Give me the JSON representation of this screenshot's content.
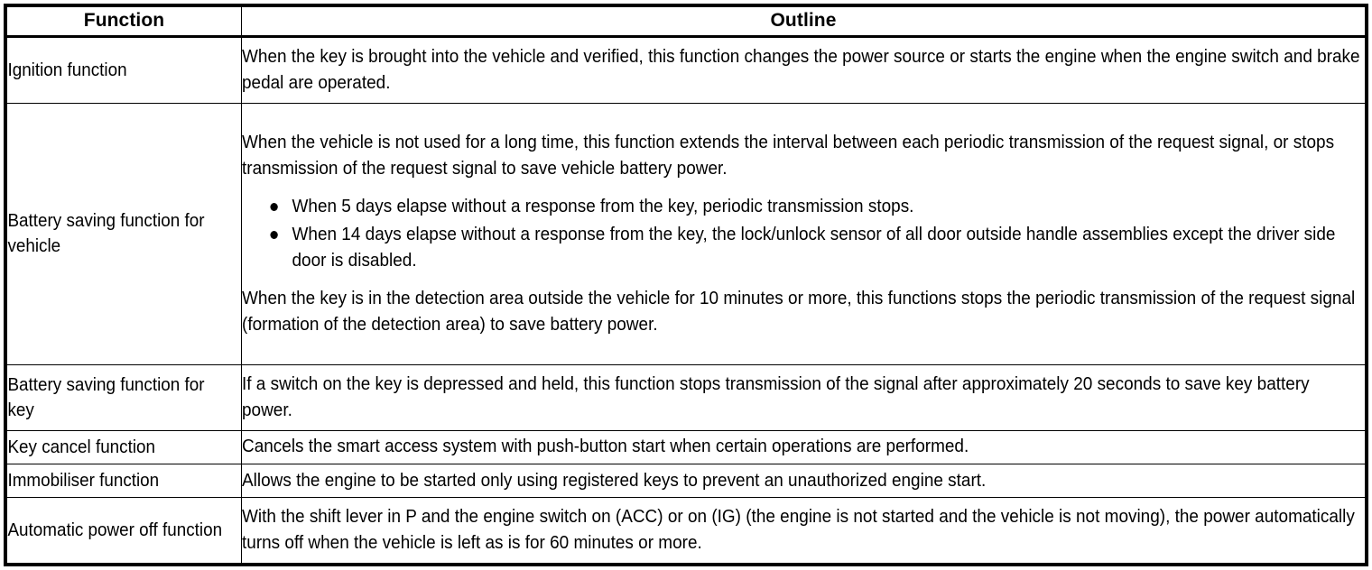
{
  "table": {
    "headers": {
      "function": "Function",
      "outline": "Outline"
    },
    "rows": [
      {
        "function": "Ignition function",
        "outline": {
          "paragraphs": [
            "When the key is brought into the vehicle and verified, this function changes the power source or starts the engine when the engine switch and brake pedal are operated."
          ],
          "bullets": [],
          "paragraphs_after": []
        }
      },
      {
        "function": "Battery saving function for vehicle",
        "outline": {
          "paragraphs": [
            "When the vehicle is not used for a long time, this function extends the interval between each periodic transmission of the request signal, or stops transmission of the request signal to save vehicle battery power."
          ],
          "bullets": [
            "When 5 days elapse without a response from the key, periodic transmission stops.",
            "When 14 days elapse without a response from the key, the lock/unlock sensor of all door outside handle assemblies except the driver side door is disabled."
          ],
          "paragraphs_after": [
            "When the key is in the detection area outside the vehicle for 10 minutes or more, this functions stops the periodic transmission of the request signal (formation of the detection area) to save battery power."
          ]
        }
      },
      {
        "function": "Battery saving function for key",
        "outline": {
          "paragraphs": [
            "If a switch on the key is depressed and held, this function stops transmission of the signal after approximately 20 seconds to save key battery power."
          ],
          "bullets": [],
          "paragraphs_after": []
        }
      },
      {
        "function": "Key cancel function",
        "outline": {
          "paragraphs": [
            "Cancels the smart access system with push-button start when certain operations are performed."
          ],
          "bullets": [],
          "paragraphs_after": []
        }
      },
      {
        "function": "Immobiliser function",
        "outline": {
          "paragraphs": [
            "Allows the engine to be started only using registered keys to prevent an unauthorized engine start."
          ],
          "bullets": [],
          "paragraphs_after": []
        }
      },
      {
        "function": "Automatic power off function",
        "outline": {
          "paragraphs": [
            "With the shift lever in P and the engine switch on (ACC) or on (IG) (the engine is not started and the vehicle is not moving), the power automatically turns off when the vehicle is left as is for 60 minutes or more."
          ],
          "bullets": [],
          "paragraphs_after": []
        }
      }
    ]
  },
  "colors": {
    "border": "#000000",
    "text": "#000000",
    "background": "#ffffff"
  }
}
